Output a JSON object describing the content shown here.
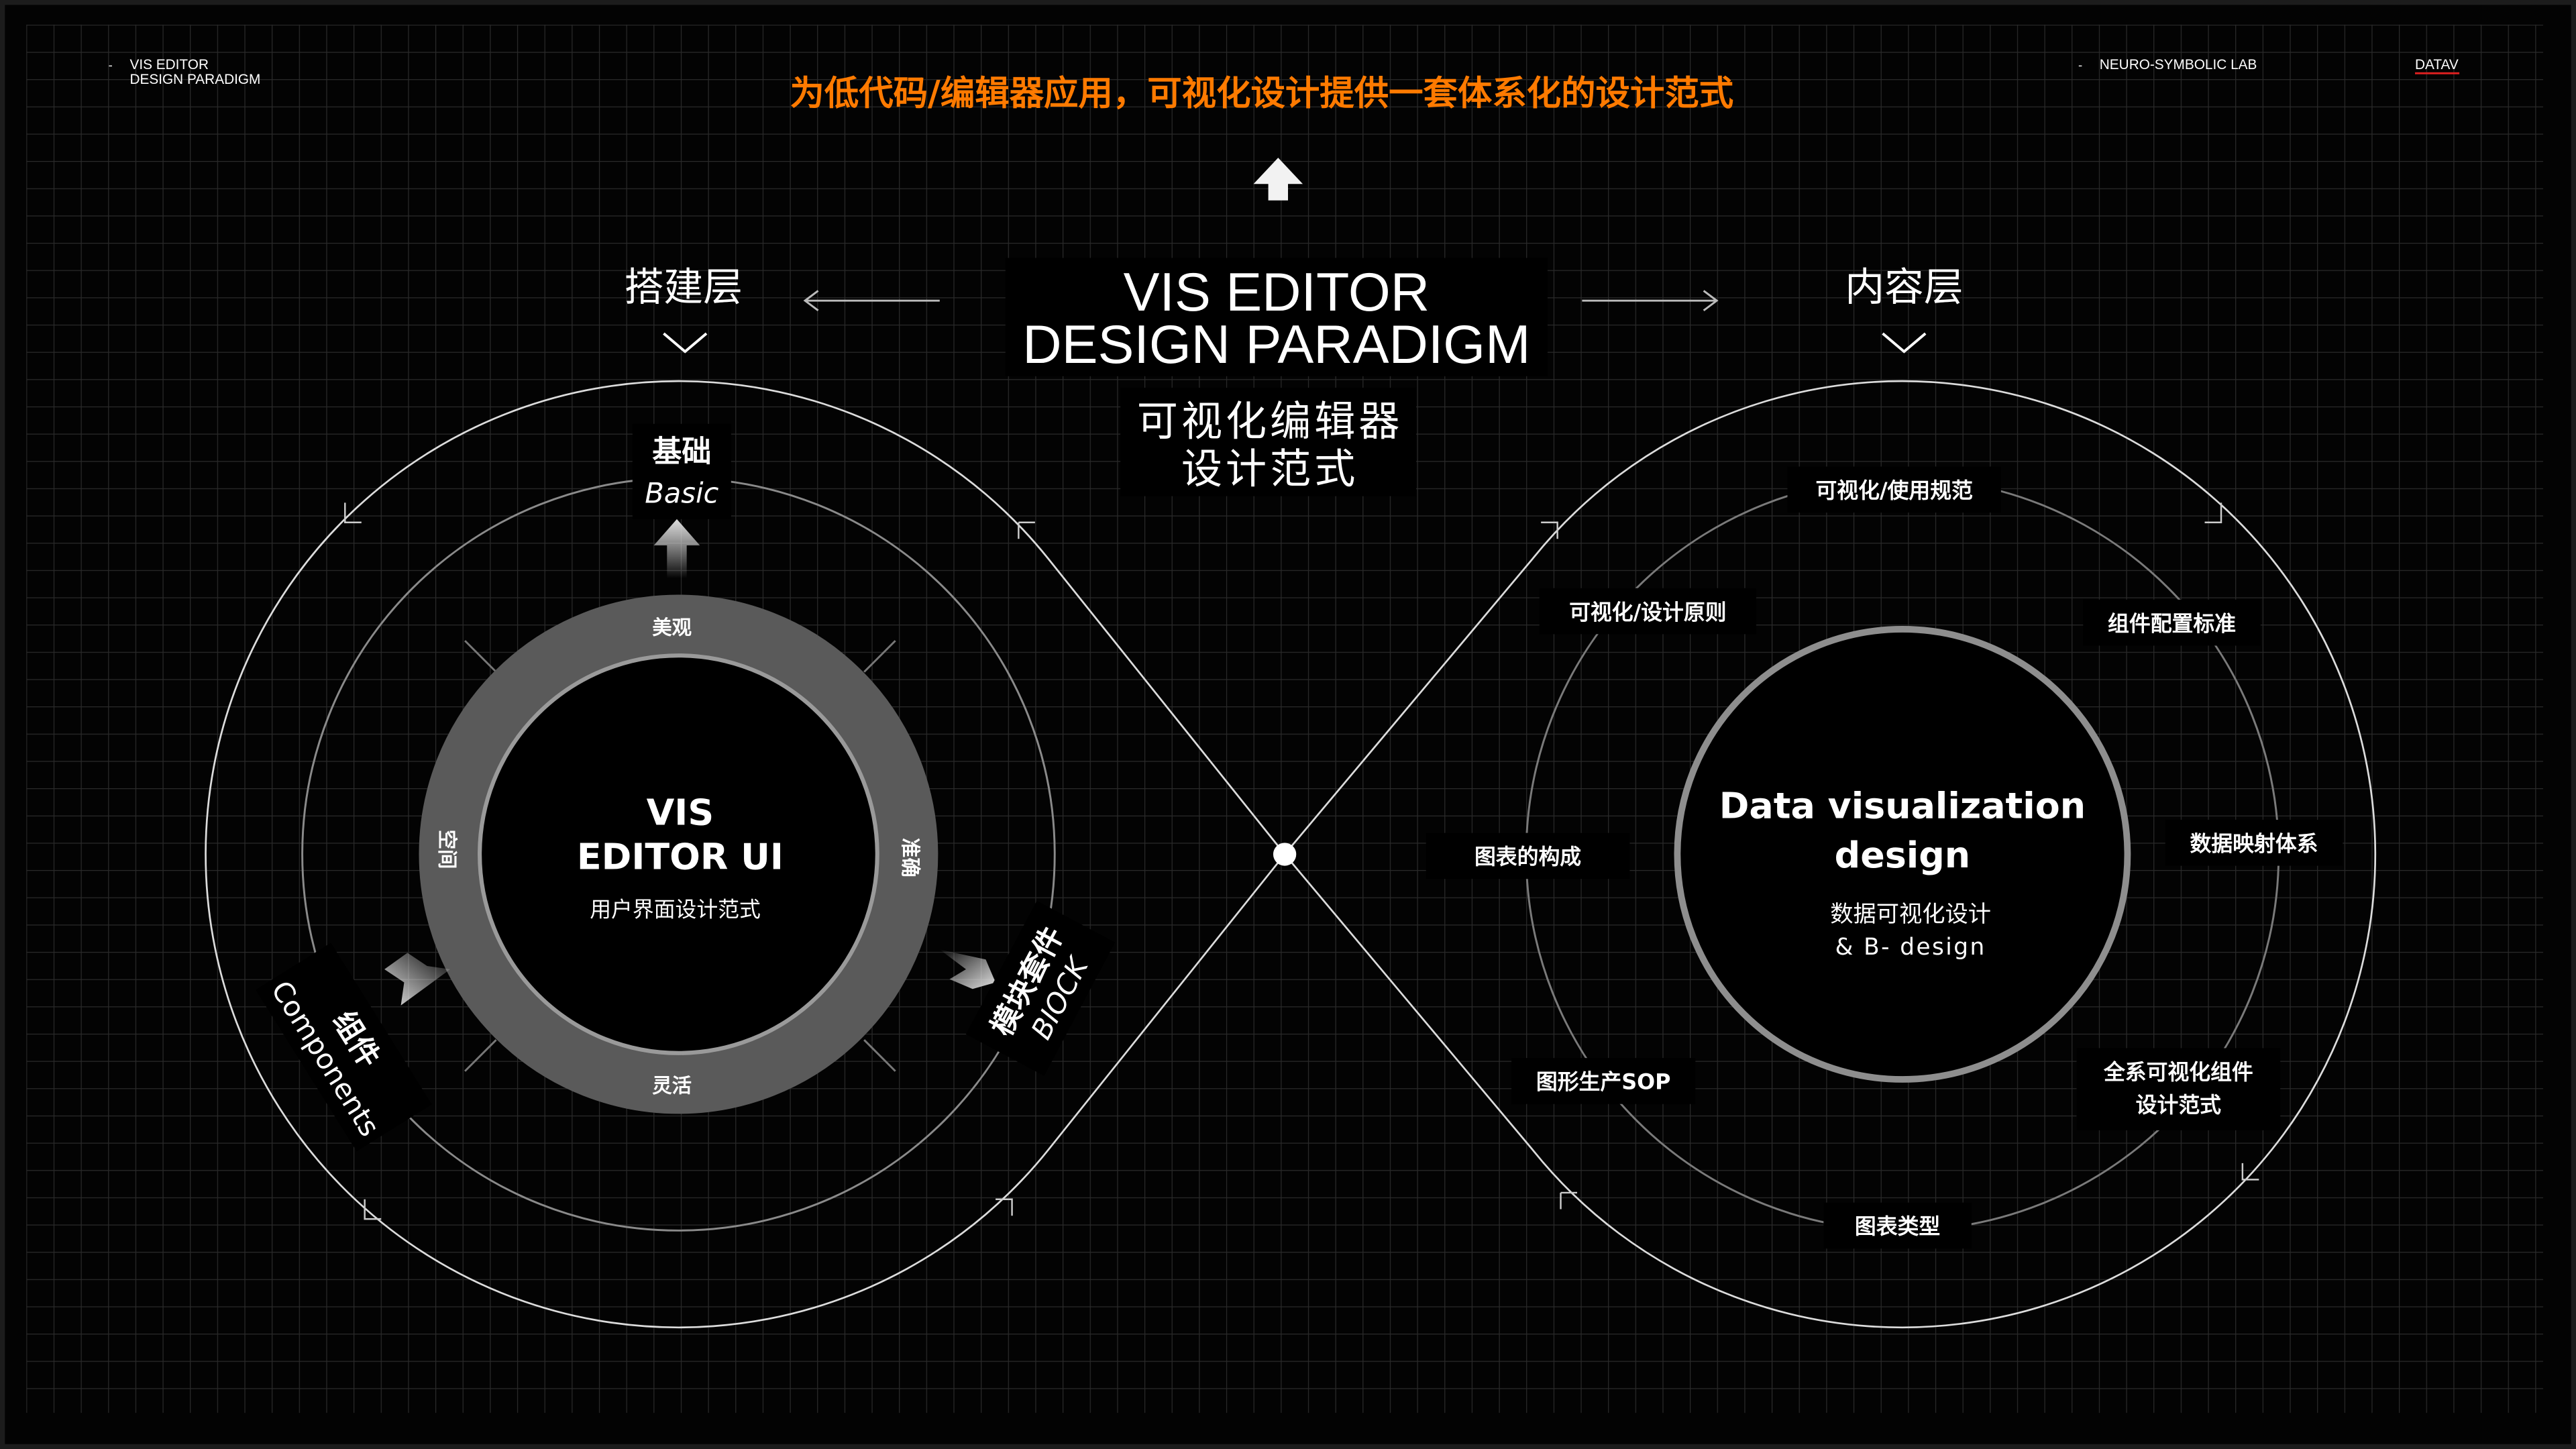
{
  "header": {
    "left_line1": "VIS EDITOR",
    "left_line2": "DESIGN PARADIGM",
    "right_lab": "NEURO-SYMBOLIC LAB",
    "right_brand": "DATAV",
    "headline": "为低代码/编辑器应用，可视化设计提供一套体系化的设计范式"
  },
  "center": {
    "title_line1": "VIS EDITOR",
    "title_line2": "DESIGN PARADIGM",
    "subtitle_line1": "可视化编辑器",
    "subtitle_line2": "设计范式"
  },
  "left": {
    "layer_label": "搭建层",
    "core_title_line1": "VIS",
    "core_title_line2": "EDITOR UI",
    "core_subtitle": "用户界面设计范式",
    "ring_top": "美观",
    "ring_left": "空间",
    "ring_right": "准确",
    "ring_bottom": "灵活",
    "out_top_cn": "基础",
    "out_top_en": "Basic",
    "out_left_cn": "组件",
    "out_left_en": "Components",
    "out_right_cn": "模块套件",
    "out_right_en": "BIOCK"
  },
  "right": {
    "layer_label": "内容层",
    "core_title_line1": "Data visualization",
    "core_title_line2": "design",
    "core_subtitle_line1": "数据可视化设计",
    "core_subtitle_line2": "& B- design",
    "nodes": [
      "可视化/使用规范",
      "组件配置标准",
      "数据映射体系",
      "全系可视化组件",
      "设计范式",
      "图表类型",
      "图形生产SOP",
      "图表的构成",
      "可视化/设计原则"
    ]
  },
  "colors": {
    "accent": "#ff7a00",
    "brand_underline": "#e02020",
    "ring": "#5a5a5a",
    "grid": "#262626"
  }
}
